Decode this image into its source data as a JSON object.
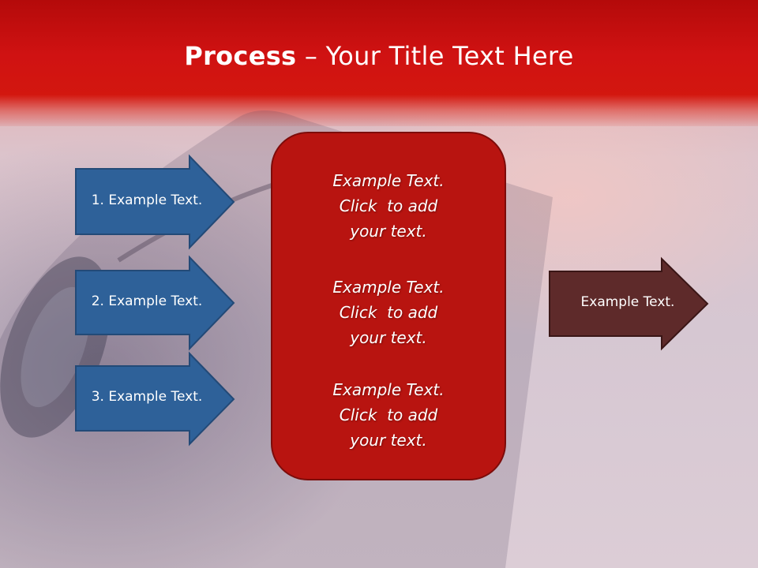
{
  "slide": {
    "title_bold": "Process",
    "title_rest": " – Your Title Text Here"
  },
  "steps": [
    {
      "label": "1. Example Text."
    },
    {
      "label": "2. Example Text."
    },
    {
      "label": "3. Example Text."
    }
  ],
  "center_box": {
    "blocks": [
      {
        "line1": "Example Text.",
        "line2": "Click  to add",
        "line3": "your text."
      },
      {
        "line1": "Example Text.",
        "line2": "Click  to add",
        "line3": "your text."
      },
      {
        "line1": "Example Text.",
        "line2": "Click  to add",
        "line3": "your text."
      }
    ]
  },
  "output": {
    "label": "Example Text."
  },
  "colors": {
    "header_red": "#d01212",
    "step_arrow_blue": "#2e6199",
    "center_box_red": "#b81410",
    "output_arrow_brown": "#5e2a2a"
  }
}
